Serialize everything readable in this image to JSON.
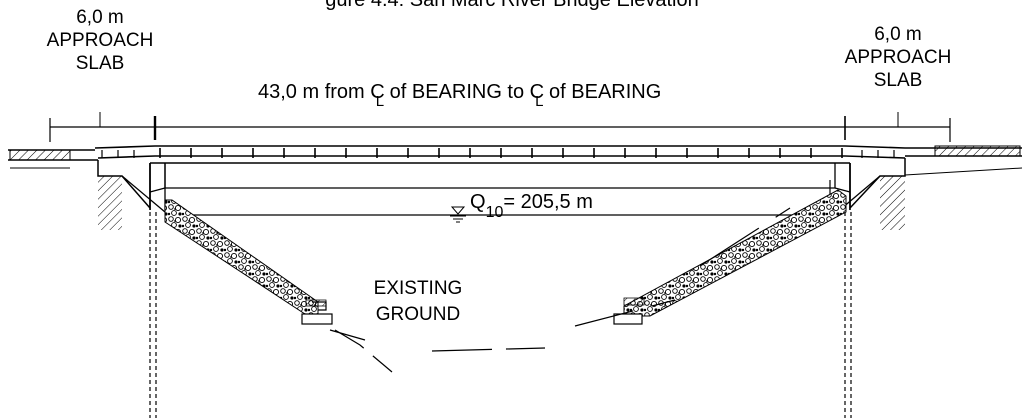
{
  "figure": {
    "caption_partial": "gure 4.4: San Marc River Bridge Elevation"
  },
  "labels": {
    "left_slab_length": "6,0 m",
    "left_slab_name_1": "APPROACH",
    "left_slab_name_2": "SLAB",
    "right_slab_length": "6,0 m",
    "right_slab_name_1": "APPROACH",
    "right_slab_name_2": "SLAB",
    "span_prefix": "43,0 m from ",
    "span_mid": " of BEARING to ",
    "span_suffix": " of BEARING",
    "cl_symbol": "C",
    "cl_sub": "L",
    "flood_q": "Q",
    "flood_sub": "10",
    "flood_value": "= 205,5 m",
    "ground_1": "EXISTING",
    "ground_2": "GROUND"
  },
  "colors": {
    "line": "#000000",
    "background": "#ffffff"
  }
}
